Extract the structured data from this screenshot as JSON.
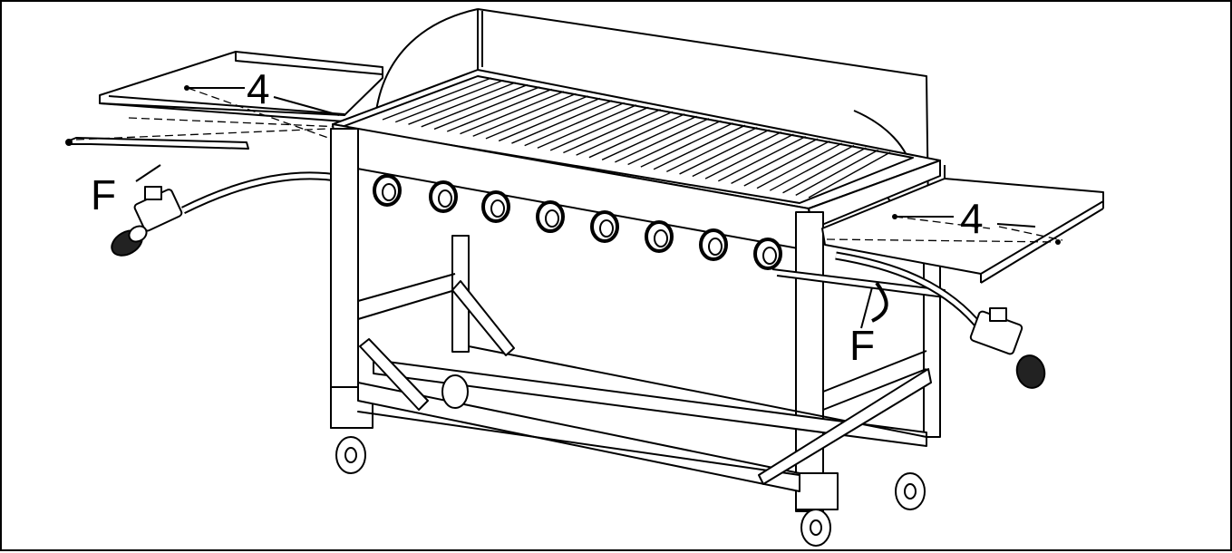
{
  "figure": {
    "ink_color": "#000000",
    "paper_color": "#ffffff",
    "subject": "grill-assembly-exploded-view"
  },
  "callouts": [
    {
      "id": "left-shelf",
      "text": "4"
    },
    {
      "id": "left-hook",
      "text": "F"
    },
    {
      "id": "right-shelf",
      "text": "4"
    },
    {
      "id": "right-hook",
      "text": "F"
    }
  ]
}
